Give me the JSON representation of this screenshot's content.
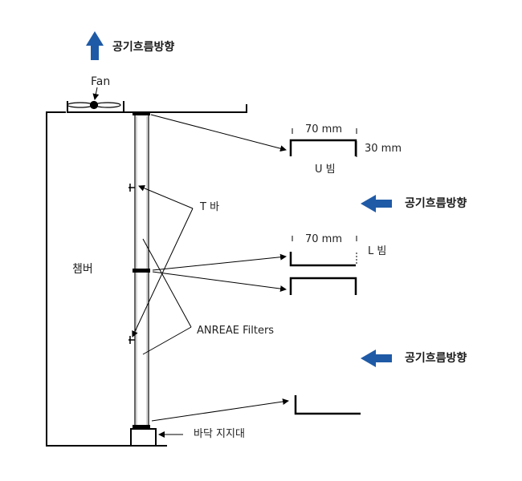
{
  "labels": {
    "airflow_top": "공기흐름방향",
    "airflow_mid": "공기흐름방향",
    "airflow_bottom": "공기흐름방향",
    "fan": "Fan",
    "u_width": "70 mm",
    "u_height": "30 mm",
    "u_beam": "U 빔",
    "l_width": "70 mm",
    "l_beam": "L 빔",
    "t_bar": "T 바",
    "chamber": "챔버",
    "filters": "ANREAE Filters",
    "floor_support": "바닥 지지대"
  },
  "colors": {
    "arrow": "#1f5aa6",
    "line": "#000000"
  }
}
